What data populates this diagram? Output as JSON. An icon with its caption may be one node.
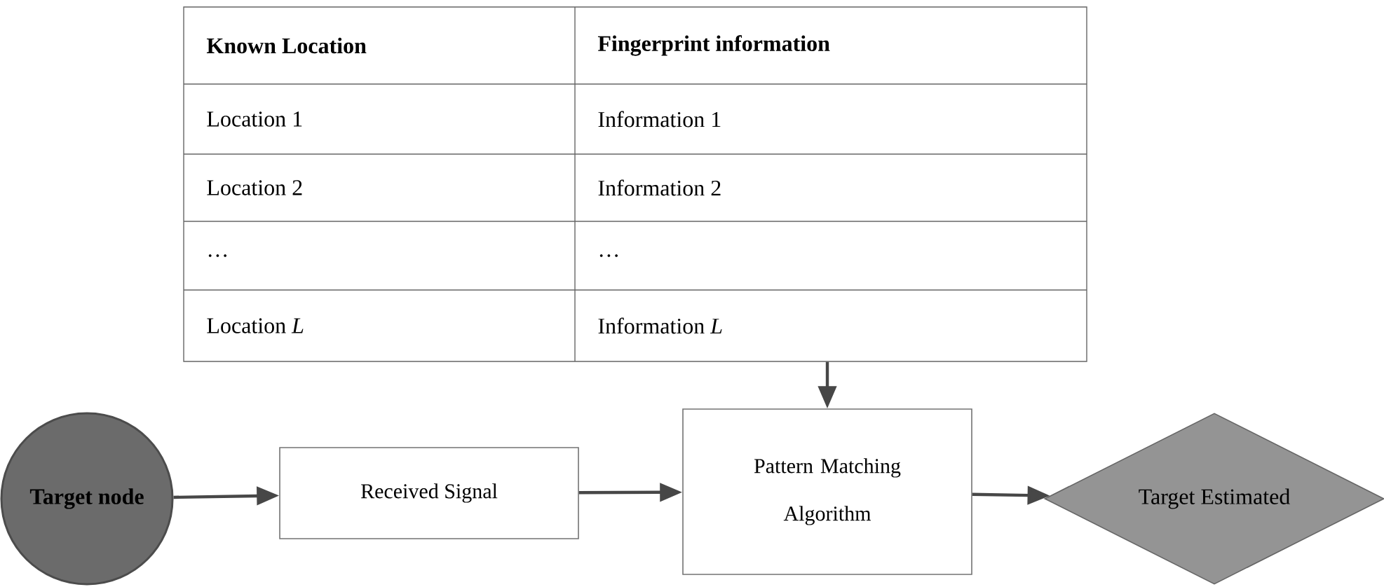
{
  "diagram": {
    "nodes": [
      {
        "text": [
          "Known Location",
          "Fingerprint information",
          "Location 1",
          "Information 1",
          "Location 2",
          "Information 2",
          "…",
          "…",
          "Location *L*",
          "Information *L*"
        ]
      },
      {
        "text": [
          "Target node"
        ]
      },
      {
        "text": [
          "Received Signal"
        ]
      },
      {
        "text": [
          "Pattern Matching Algorithm"
        ]
      },
      {
        "text": [
          "Target Estimated"
        ]
      }
    ],
    "edges": [
      {
        "from": 0,
        "to": 3,
        "arrow": "to"
      },
      {
        "from": 1,
        "to": 2,
        "arrow": "to"
      },
      {
        "from": 2,
        "to": 3,
        "arrow": "to"
      },
      {
        "from": 3,
        "to": 4,
        "arrow": "to"
      }
    ]
  }
}
